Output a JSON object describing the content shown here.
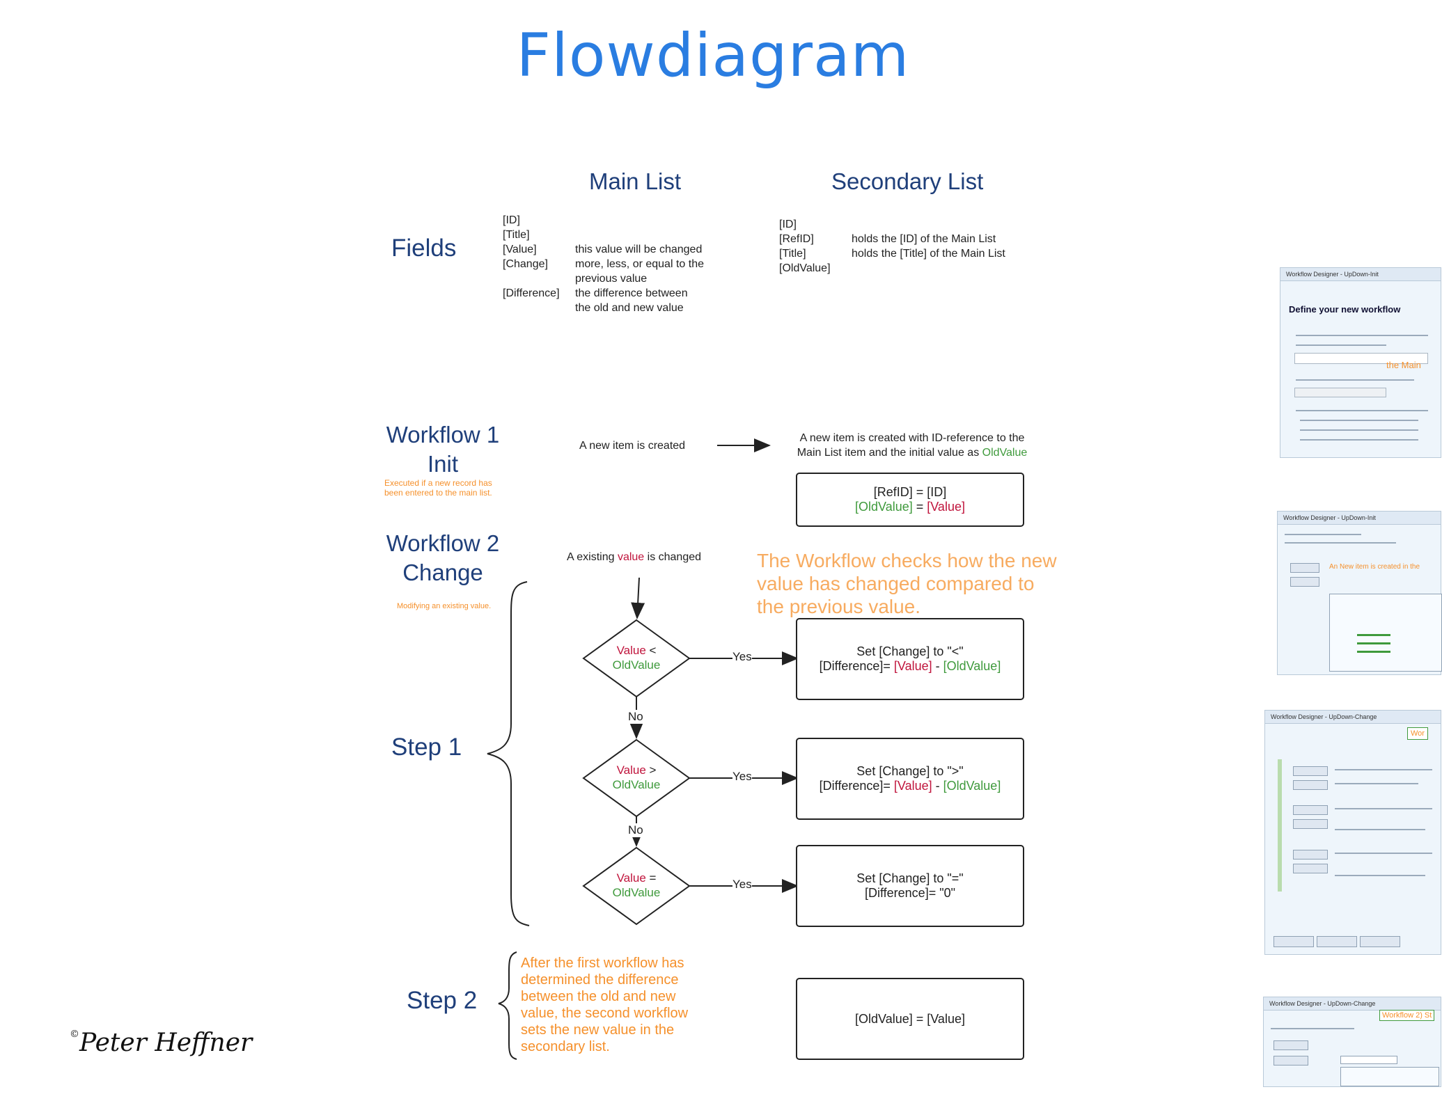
{
  "title": "Flowdiagram",
  "columns": {
    "main_list": "Main List",
    "secondary_list": "Secondary List"
  },
  "fields": {
    "label": "Fields",
    "main": {
      "names": [
        "[ID]",
        "[Title]",
        "[Value]",
        "[Change]",
        "",
        "[Difference]",
        ""
      ],
      "notes": [
        "",
        "",
        "this value will be changed",
        "more, less, or equal to the",
        "previous value",
        "the difference between",
        "the old and new value"
      ]
    },
    "secondary": {
      "names": [
        "[ID]",
        "[RefID]",
        "[Title]",
        "[OldValue]"
      ],
      "notes": [
        "",
        "holds the [ID] of the Main List",
        "holds the [Title] of the Main List",
        ""
      ]
    }
  },
  "workflow1": {
    "title1": "Workflow 1",
    "title2": "Init",
    "note": "Executed if a new record has been entered to the main list.",
    "trigger": "A new item is created",
    "result1": "A new item is created with ID-reference to the",
    "result2": "Main List item and the initial value as",
    "result_old": "OldValue",
    "box_line1": "[RefID] = [ID]",
    "box_old": "[OldValue]",
    "box_eq": " = ",
    "box_val": "[Value]"
  },
  "workflow2": {
    "title1": "Workflow 2",
    "title2": "Change",
    "note": "Modifying an existing value.",
    "trigger_pre": "A existing ",
    "trigger_val": "value",
    "trigger_post": " is changed",
    "check": "The Workflow checks how the new value has changed compared to the previous value."
  },
  "step1": {
    "label": "Step 1",
    "yes": "Yes",
    "no": "No",
    "conditions": [
      {
        "value": "Value",
        "op": " <",
        "old": "OldValue",
        "set": "Set [Change] to \"<\"",
        "diff_pre": "[Difference]= ",
        "diff_val": "[Value]",
        "diff_mid": " - ",
        "diff_old": "[OldValue]"
      },
      {
        "value": "Value",
        "op": " >",
        "old": "OldValue",
        "set": "Set [Change] to \">\"",
        "diff_pre": "[Difference]= ",
        "diff_val": "[Value]",
        "diff_mid": " - ",
        "diff_old": "[OldValue]"
      },
      {
        "value": "Value",
        "op": " =",
        "old": "OldValue",
        "set": "Set [Change] to \"=\"",
        "diff_plain": "[Difference]= \"0\""
      }
    ]
  },
  "step2": {
    "label": "Step 2",
    "note": "After the first workflow has determined the difference between the old and new value, the second workflow sets the new value in the secondary list.",
    "box": "[OldValue] = [Value]"
  },
  "thumbnails": [
    {
      "title": "Workflow Designer - UpDown-Init",
      "heading": "Define your new workflow",
      "overlay": "the Main"
    },
    {
      "title": "Workflow Designer - UpDown-Init",
      "overlay": "An New item is created in the"
    },
    {
      "title": "Workflow Designer - UpDown-Change",
      "overlay": "Wor"
    },
    {
      "title": "Workflow Designer - UpDown-Change",
      "overlay": "Workflow 2) St"
    }
  ],
  "signature": "Peter Heffner",
  "copyright": "©",
  "colors": {
    "title": "#2a7de1",
    "heading": "#1f3f7a",
    "note": "#f5902b",
    "value": "#c0143c",
    "oldvalue": "#3f9a3c"
  }
}
